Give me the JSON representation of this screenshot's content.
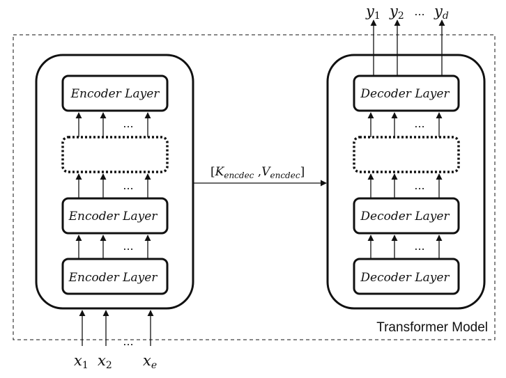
{
  "encoder": {
    "layers": [
      "Encoder Layer",
      "Encoder Layer",
      "Encoder Layer"
    ],
    "inputs": {
      "x1": "x",
      "x1_sub": "1",
      "x2": "x",
      "x2_sub": "2",
      "xe": "x",
      "xe_sub": "e"
    },
    "ellipsis": "..."
  },
  "decoder": {
    "layers": [
      "Decoder Layer",
      "Decoder Layer",
      "Decoder Layer"
    ],
    "outputs": {
      "y1": "y",
      "y1_sub": "1",
      "y2": "y",
      "y2_sub": "2",
      "yd": "y",
      "yd_sub": "d"
    },
    "ellipsis": "..."
  },
  "connection": {
    "open": "[",
    "k": "K",
    "k_sub": "encdec",
    "sep": " ,",
    "v": "V",
    "v_sub": "encdec",
    "close": "]"
  },
  "caption": "Transformer Model",
  "colors": {
    "stroke": "#111111",
    "background": "#ffffff"
  }
}
